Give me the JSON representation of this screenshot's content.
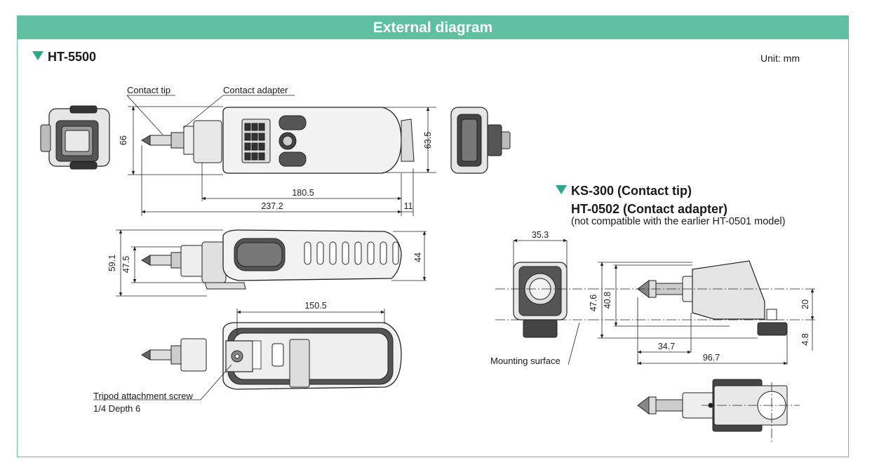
{
  "header": {
    "title": "External diagram"
  },
  "ht5500": {
    "title": "HT-5500",
    "unit": "Unit: mm",
    "labels": {
      "contact_tip": "Contact tip",
      "contact_adapter": "Contact adapter",
      "tripod_screw": "Tripod attachment screw",
      "tripod_depth": "1/4 Depth 6"
    },
    "dims": {
      "d66": "66",
      "d63_5": "63.5",
      "d180_5": "180.5",
      "d237_2": "237.2",
      "d11": "11",
      "d59_1": "59.1",
      "d47_5": "47.5",
      "d44": "44",
      "d150_5": "150.5"
    }
  },
  "ks300": {
    "title_line1": "KS-300 (Contact tip)",
    "title_line2": "HT-0502 (Contact adapter)",
    "note": "(not compatible with the earlier HT-0501 model)",
    "labels": {
      "mounting_surface": "Mounting surface"
    },
    "dims": {
      "d35_3": "35.3",
      "d47_6": "47.6",
      "d40_8": "40.8",
      "d20": "20",
      "d4_8": "4.8",
      "d34_7": "34.7",
      "d96_7": "96.7"
    }
  }
}
